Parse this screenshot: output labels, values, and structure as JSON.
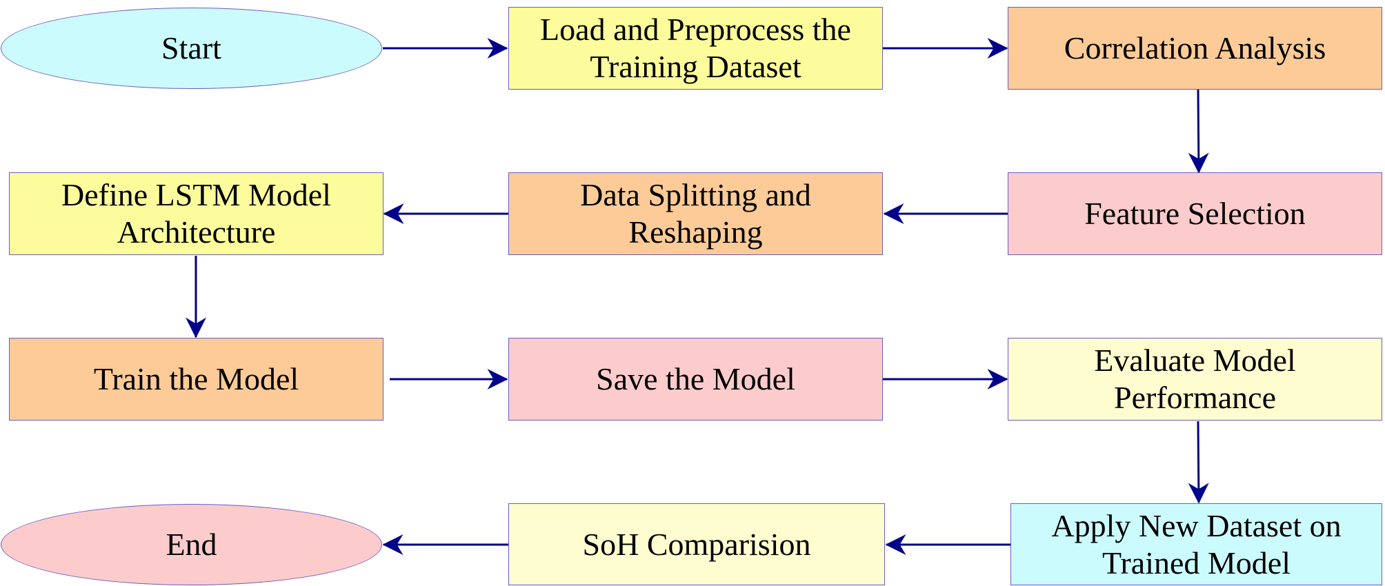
{
  "colors": {
    "cyan": "#ccfbfd",
    "yellow": "#fcfc9c",
    "orange": "#fccb98",
    "pink": "#fccccc",
    "light_yellow": "#fdfdcf",
    "border": "#6a5cc4",
    "arrow": "#00008b"
  },
  "nodes": {
    "start": "Start",
    "load_preprocess": "Load and Preprocess the Training Dataset",
    "correlation": "Correlation Analysis",
    "feature_selection": "Feature Selection",
    "data_splitting": "Data Splitting and Reshaping",
    "define_lstm": "Define LSTM Model Architecture",
    "train": "Train the Model",
    "save": "Save the Model",
    "evaluate": "Evaluate Model Performance",
    "apply_new": "Apply New Dataset on Trained Model",
    "soh_comparison": "SoH Comparision",
    "end": "End"
  }
}
